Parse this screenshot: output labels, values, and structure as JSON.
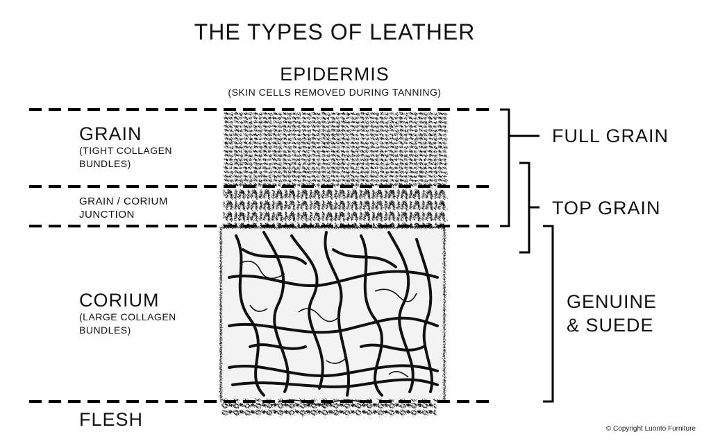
{
  "title": "THE TYPES OF LEATHER",
  "epidermis": {
    "label": "EPIDERMIS",
    "sublabel": "(SKIN CELLS REMOVED DURING TANNING)"
  },
  "layers": {
    "grain": {
      "label": "GRAIN",
      "sub_line1": "(TIGHT COLLAGEN",
      "sub_line2": "BUNDLES)"
    },
    "junction": {
      "line1": "GRAIN / CORIUM",
      "line2": "JUNCTION"
    },
    "corium": {
      "label": "CORIUM",
      "sub_line1": "(LARGE COLLAGEN",
      "sub_line2": "BUNDLES)"
    },
    "flesh": {
      "label": "FLESH"
    }
  },
  "leather_types": {
    "full_grain": "FULL GRAIN",
    "top_grain": "TOP GRAIN",
    "genuine_line1": "GENUINE",
    "genuine_line2": "& SUEDE"
  },
  "copyright": "© Copyright Luonto Furniture"
}
